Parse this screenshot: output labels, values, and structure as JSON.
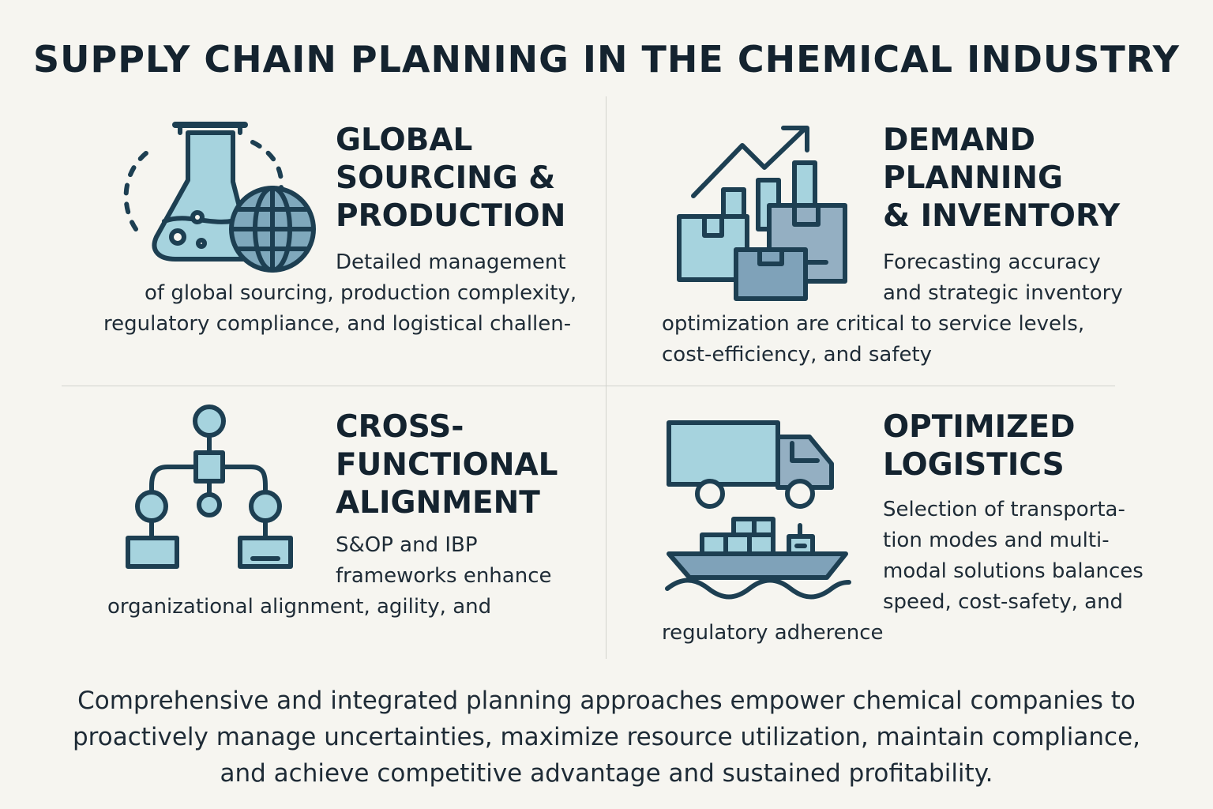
{
  "title": "SUPPLY CHAIN PLANNING IN THE CHEMICAL INDUSTRY",
  "colors": {
    "background": "#f6f5f0",
    "ink": "#1d3f52",
    "teal_light": "#a6d3de",
    "blue_mid": "#7fa2b9",
    "blue_grey": "#94afc2"
  },
  "sections": [
    {
      "icon": "flask-globe-icon",
      "heading": "GLOBAL\nSOURCING &\nPRODUCTION",
      "body_lines": [
        "Detailed management",
        "of global sourcing, production complexity,",
        "regulatory compliance, and logistical challen-"
      ]
    },
    {
      "icon": "growth-chart-boxes-icon",
      "heading": "DEMAND\nPLANNING\n& INVENTORY",
      "body_lines": [
        "Forecasting accuracy",
        "and strategic inventory",
        "optimization are critical to service levels,",
        "cost-efficiency, and safety"
      ]
    },
    {
      "icon": "org-flowchart-icon",
      "heading": "CROSS-\nFUNCTIONAL\nALIGNMENT",
      "body_lines": [
        "S&OP and IBP",
        "frameworks enhance",
        "organizational alignment, agility, and"
      ]
    },
    {
      "icon": "truck-ship-icon",
      "heading": "OPTIMIZED\nLOGISTICS",
      "body_lines": [
        "Selection of transporta-",
        "tion modes and multi-",
        "modal solutions balances",
        "speed, cost-safety, and",
        "regulatory adherence"
      ]
    }
  ],
  "footer_lines": [
    "Comprehensive and integrated planning approaches empower chemical companies to",
    "proactively manage uncertainties, maximize resource utilization, maintain compliance,",
    "and achieve competitive advantage and sustained profitability."
  ]
}
